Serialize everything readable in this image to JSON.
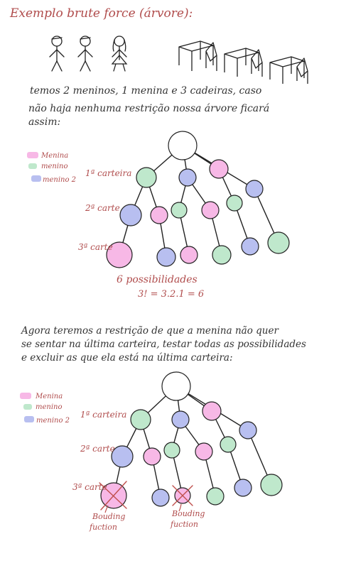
{
  "title": "Exemplo brute force (árvore):",
  "intro_lines": [
    "temos 2 meninos, 1 menina e 3 cadeiras, caso",
    "não haja nenhuma restrição nossa árvore ficará",
    "assim:"
  ],
  "legend": {
    "menina": "Menina",
    "menino": "menino",
    "menino2": "menino 2"
  },
  "level_labels": {
    "first": "1ª carteira",
    "second": "2ª carte",
    "third": "3ª carte"
  },
  "possibilities": {
    "line1": "6 possibilidades",
    "line2": "3! = 3.2.1 = 6"
  },
  "restriction_lines": [
    "Agora teremos a restrição de que a menina não quer",
    "se sentar na última carteira, testar todas as possibilidades",
    "e excluir as que ela está na última carteira:"
  ],
  "bounding_label": {
    "line1": "Bouding",
    "line2": "fuction"
  },
  "colors": {
    "menina": "#f7b8e6",
    "menino": "#bfe8cc",
    "menino2": "#b8bff0",
    "root": "#ffffff",
    "red_text": "#b04c4c",
    "dark_text": "#333333"
  }
}
